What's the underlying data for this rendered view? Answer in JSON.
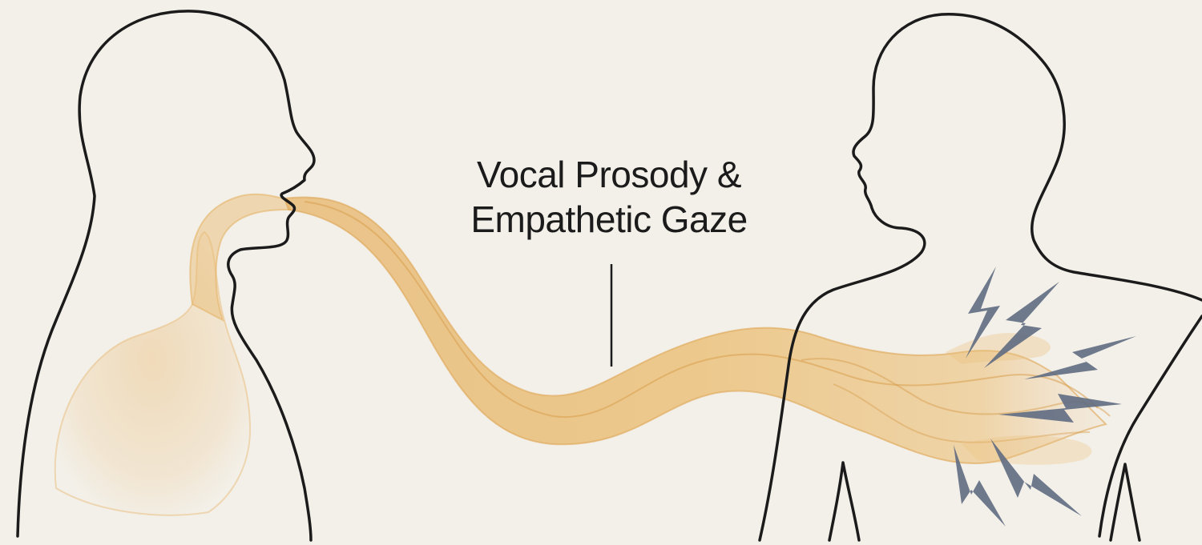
{
  "annotation": {
    "line1": "Vocal Prosody &",
    "line2": "Empathetic Gaze"
  },
  "colors": {
    "background": "#f3f0e9",
    "outline": "#1b1b1b",
    "ribbon": "#e8b86a",
    "lightning": "#5f6b82"
  },
  "icons": {
    "speaker": "person-silhouette-left",
    "listener": "person-silhouette-right",
    "impact": "lightning-bolt-icon"
  }
}
